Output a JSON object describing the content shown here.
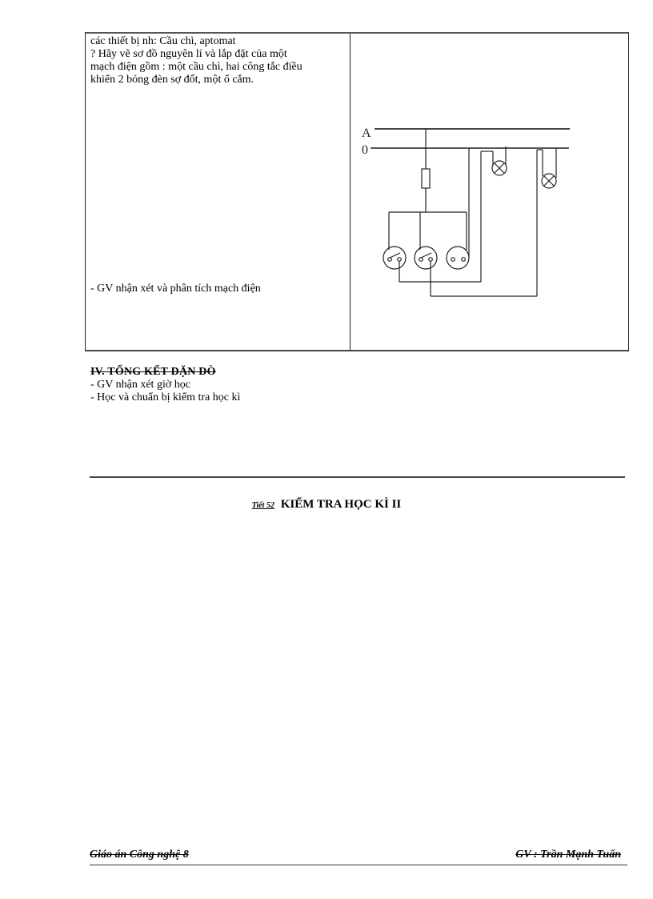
{
  "table": {
    "left_cell": {
      "lines": [
        "các thiết bị nh:   Cầu chì, aptomat",
        "? Hãy vẽ sơ đồ nguyên lí và lắp đặt của một",
        "mạch điện gồm : một cầu chì, hai công tắc điều",
        "khiển 2 bóng đèn sợ đốt, một ổ cắm."
      ],
      "gv_note": "- GV nhận xét và phân tích mạch điện"
    },
    "right_cell": {
      "diagram": {
        "label_phase": "A",
        "label_neutral": "0",
        "components": [
          "fuse",
          "switch-1",
          "switch-2",
          "socket",
          "lamp-1",
          "lamp-2"
        ]
      }
    }
  },
  "section": {
    "title": "IV. TỔNG KẾT DẶN DÒ",
    "items": [
      "- GV nhận xét giờ học",
      "- Học và chuẩn bị kiểm tra học kì"
    ]
  },
  "heading": {
    "lesson": "Tiết 52",
    "title": "KIỂM TRA HỌC KÌ II"
  },
  "footer": {
    "left": "Giáo án Công nghệ 8",
    "right": "GV : Trần Mạnh Tuấn"
  }
}
